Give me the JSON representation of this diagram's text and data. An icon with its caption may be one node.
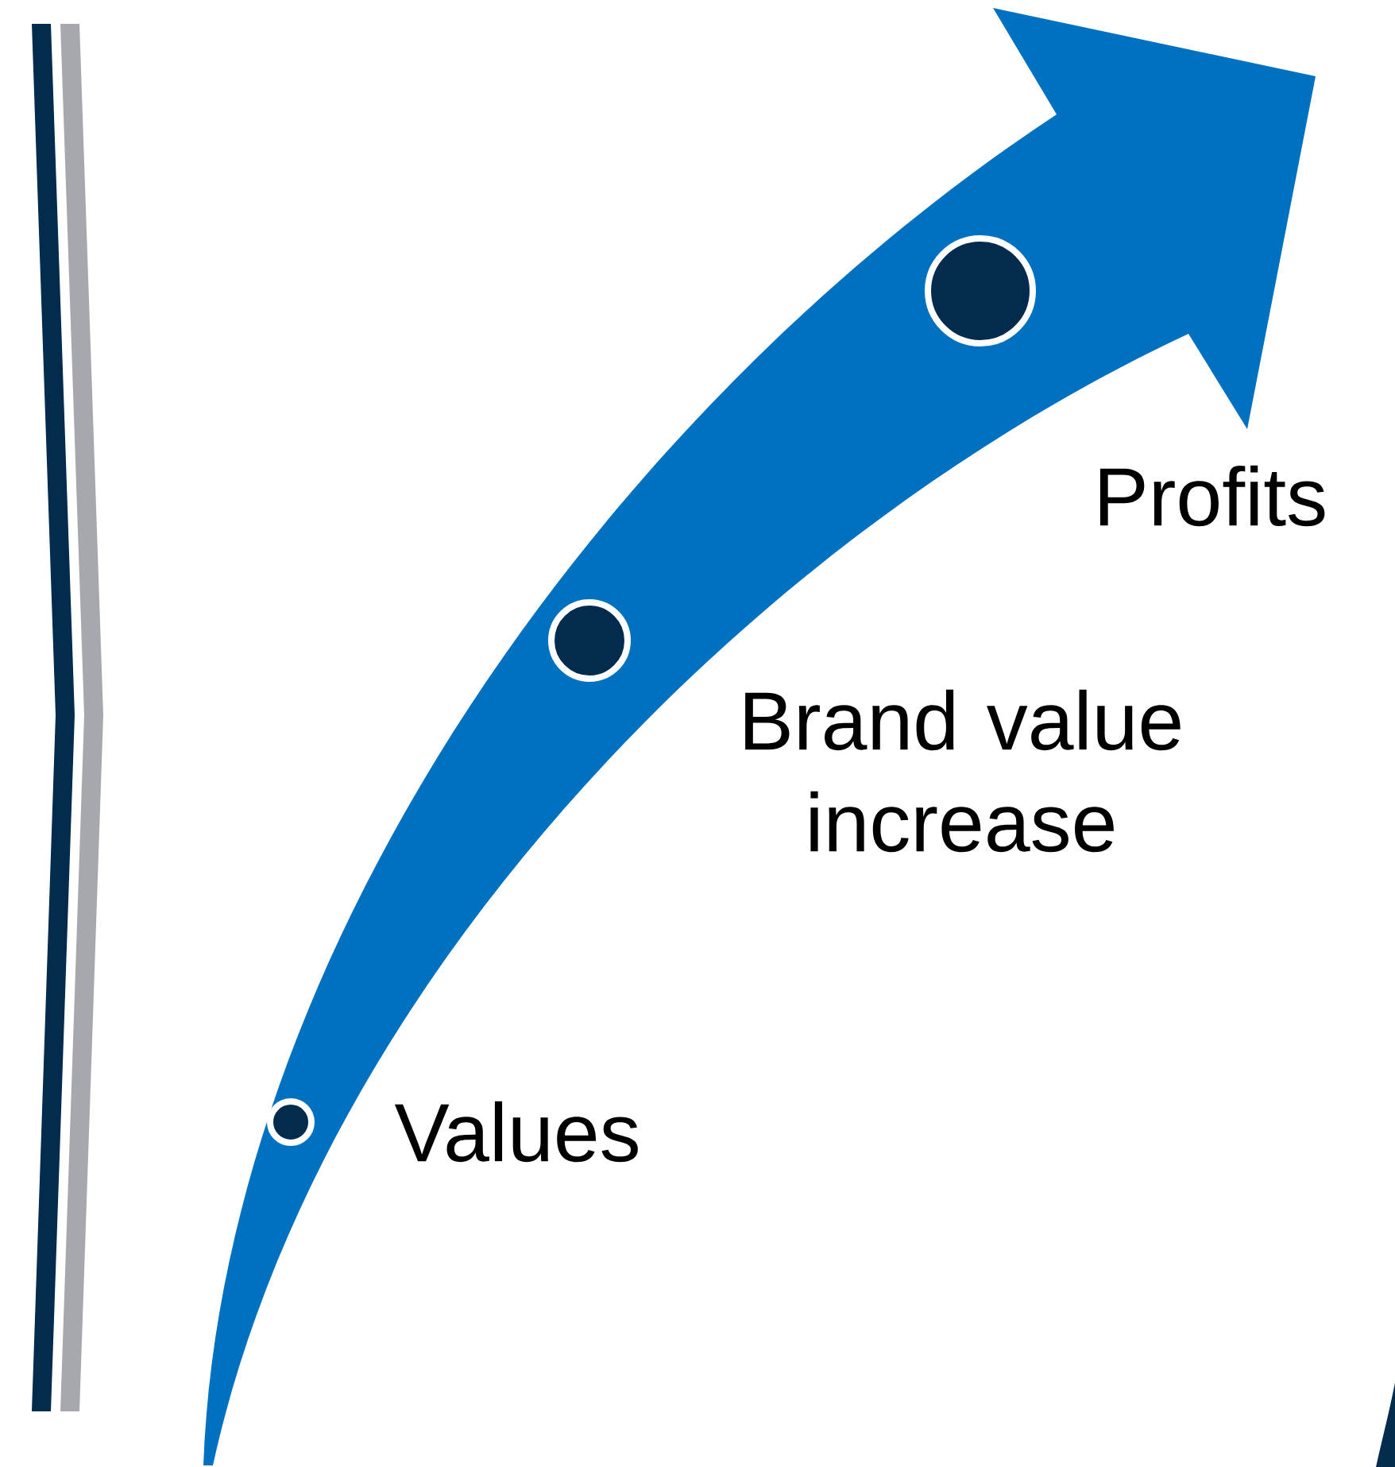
{
  "diagram": {
    "nodes": [
      {
        "text": [],
        "shape": "circle",
        "beside": [
          "Values"
        ]
      },
      {
        "text": [],
        "shape": "circle",
        "beside": [
          "Brand value increase"
        ]
      },
      {
        "text": [],
        "shape": "circle",
        "beside": [
          "Profits"
        ]
      }
    ]
  }
}
